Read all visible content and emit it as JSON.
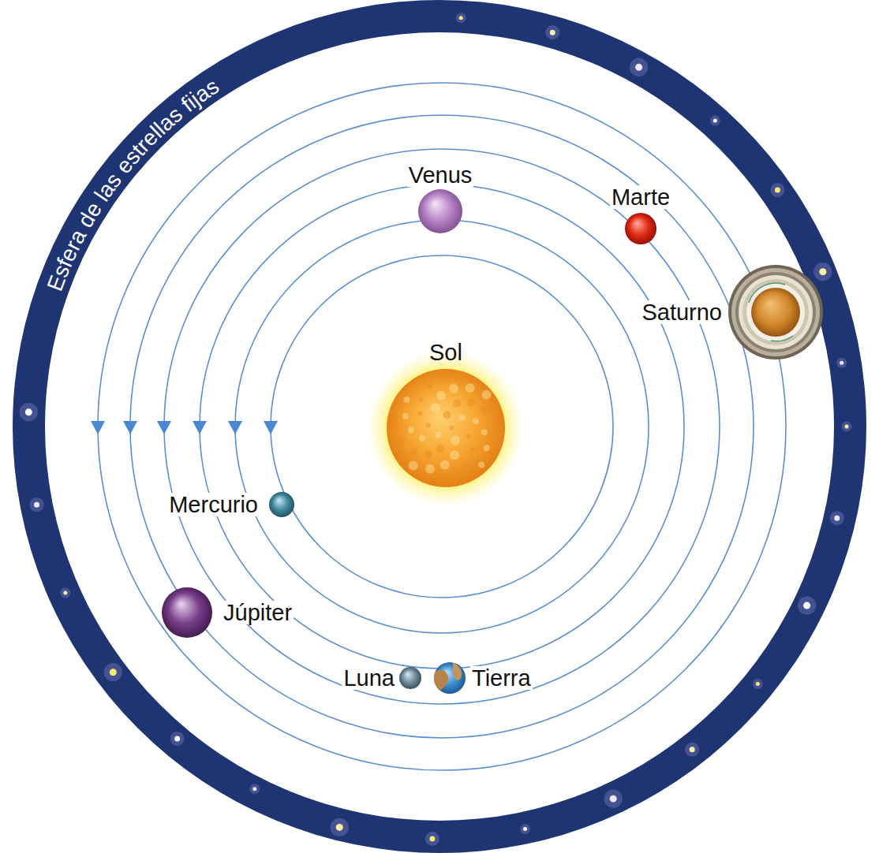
{
  "diagram": {
    "nodes": [
      {
        "text": [
          "Esfera de las estrellas fijas"
        ]
      },
      {
        "text": [
          "Venus"
        ]
      },
      {
        "text": [
          "Marte"
        ]
      },
      {
        "text": [
          "Saturno"
        ]
      },
      {
        "text": [
          "Sol"
        ]
      },
      {
        "text": [
          "Mercurio"
        ]
      },
      {
        "text": [
          "Júpiter"
        ]
      },
      {
        "text": [
          "Luna"
        ]
      },
      {
        "text": [
          "Tierra"
        ]
      }
    ]
  }
}
